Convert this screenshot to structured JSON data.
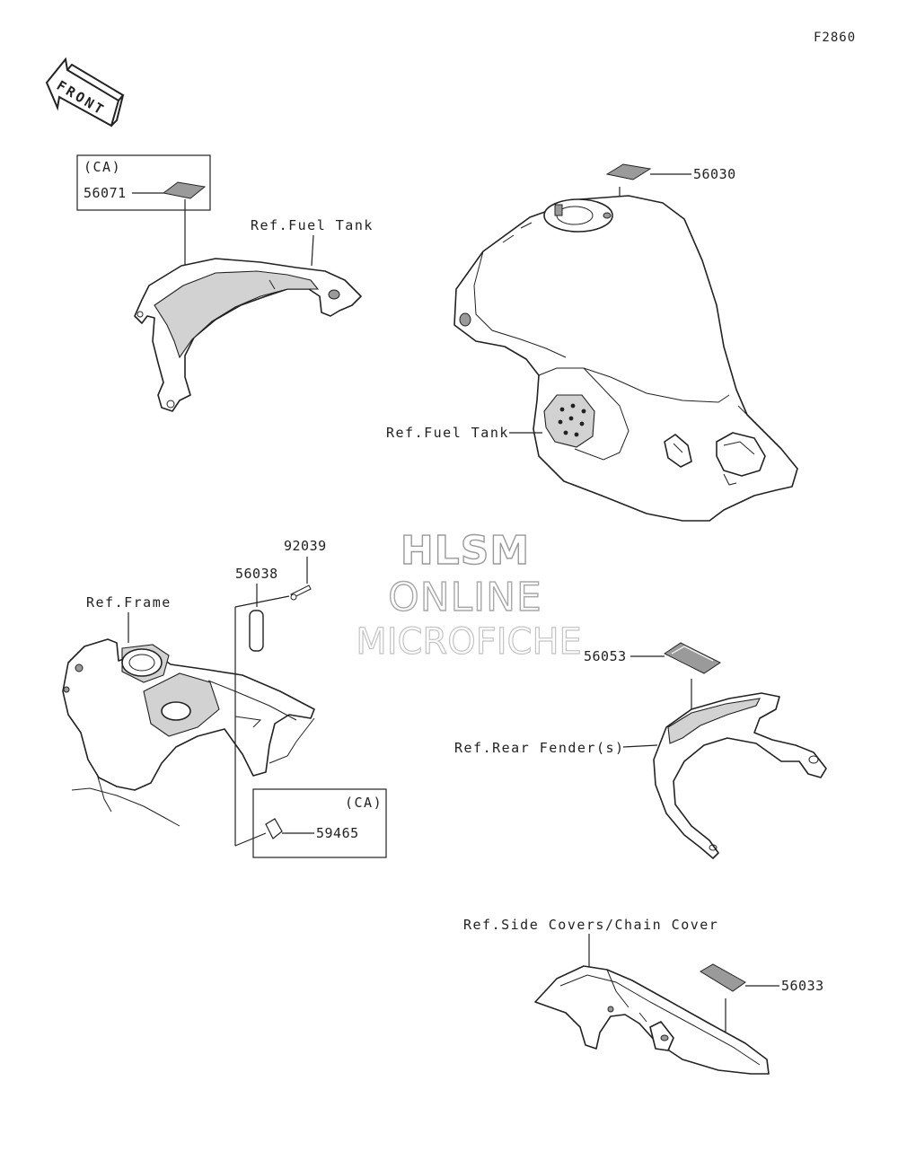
{
  "figure_code": "F2860",
  "front_arrow_text": "FRONT",
  "watermark": {
    "line1": "HLSM",
    "line2": "ONLINE",
    "line3": "MICROFICHE"
  },
  "callouts": {
    "ca_label_1": "(CA)",
    "part_56071": "56071",
    "ref_fuel_tank_upper": "Ref.Fuel Tank",
    "part_56030": "56030",
    "ref_fuel_tank_lower": "Ref.Fuel Tank",
    "part_92039": "92039",
    "part_56038": "56038",
    "ref_frame": "Ref.Frame",
    "ca_label_2": "(CA)",
    "part_59465": "59465",
    "part_56053": "56053",
    "ref_rear_fender": "Ref.Rear Fender(s)",
    "ref_side_covers": "Ref.Side Covers/Chain Cover",
    "part_56033": "56033"
  }
}
